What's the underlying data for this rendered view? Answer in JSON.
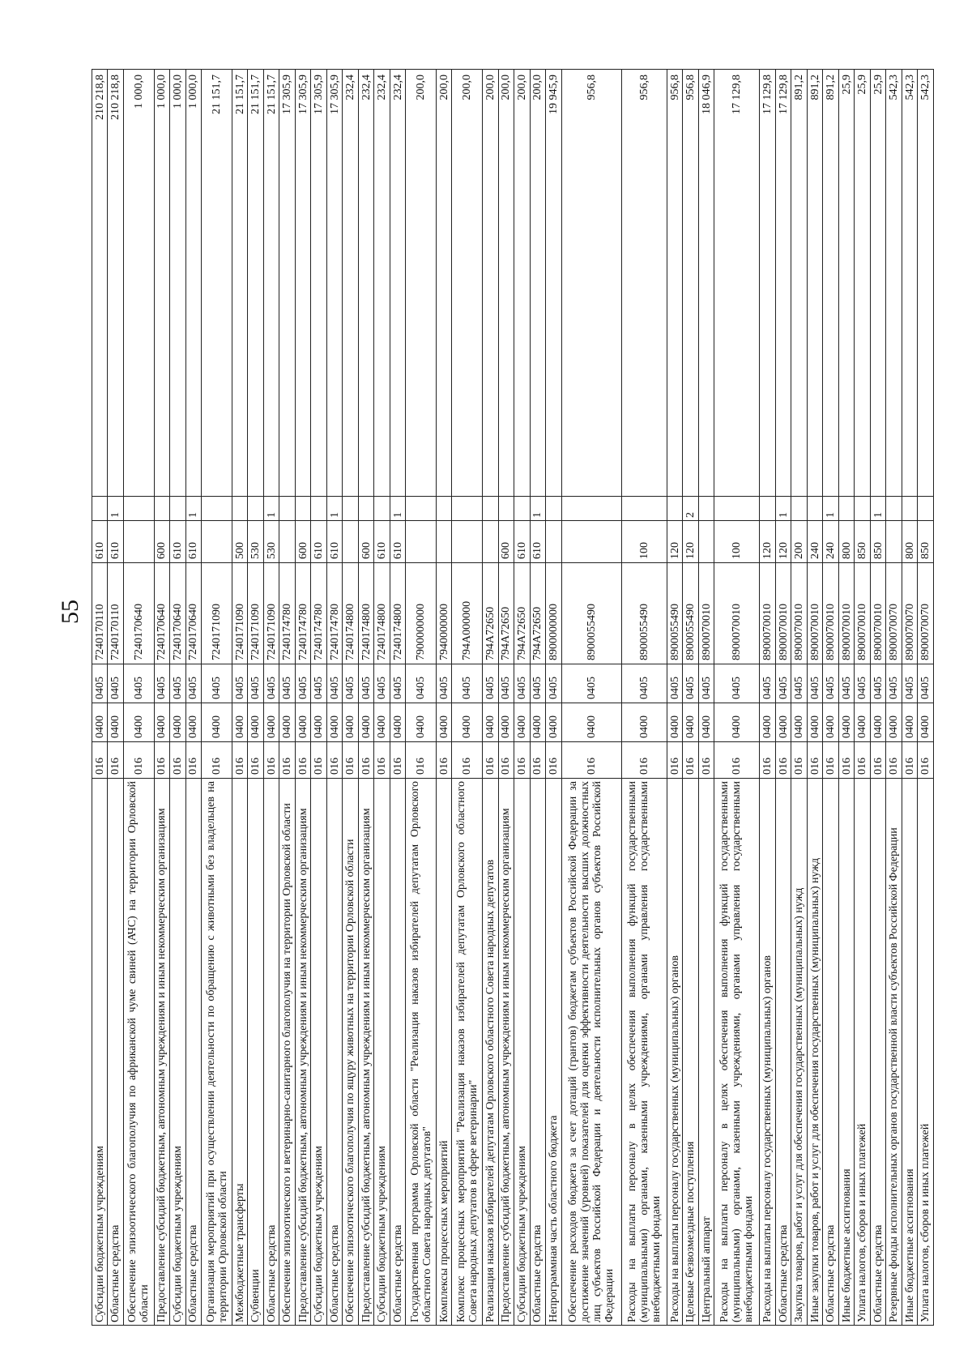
{
  "page_number": "55",
  "rows": [
    {
      "name": "Субсидии бюджетным учреждениям",
      "gr": "016",
      "rz": "0400",
      "pr": "0405",
      "cs": "7240170110",
      "vr": "610",
      "note": "",
      "amount": "210 218,8"
    },
    {
      "name": "Областные средства",
      "gr": "016",
      "rz": "0400",
      "pr": "0405",
      "cs": "7240170110",
      "vr": "610",
      "note": "1",
      "amount": "210 218,8"
    },
    {
      "name": "Обеспечение эпизоотического благополучия по африканской чуме свиней (АЧС) на территории Орловской области",
      "gr": "016",
      "rz": "0400",
      "pr": "0405",
      "cs": "7240170640",
      "vr": "",
      "note": "",
      "amount": "1 000,0"
    },
    {
      "name": "Предоставление субсидий бюджетным, автономным учреждениям и иным некоммерческим организациям",
      "gr": "016",
      "rz": "0400",
      "pr": "0405",
      "cs": "7240170640",
      "vr": "600",
      "note": "",
      "amount": "1 000,0"
    },
    {
      "name": "Субсидии бюджетным учреждениям",
      "gr": "016",
      "rz": "0400",
      "pr": "0405",
      "cs": "7240170640",
      "vr": "610",
      "note": "",
      "amount": "1 000,0"
    },
    {
      "name": "Областные средства",
      "gr": "016",
      "rz": "0400",
      "pr": "0405",
      "cs": "7240170640",
      "vr": "610",
      "note": "1",
      "amount": "1 000,0"
    },
    {
      "name": "Организация мероприятий при осуществлении деятельности по обращению с животными без владельцев на территории Орловской области",
      "gr": "016",
      "rz": "0400",
      "pr": "0405",
      "cs": "7240171090",
      "vr": "",
      "note": "",
      "amount": "21 151,7"
    },
    {
      "name": "Межбюджетные трансферты",
      "gr": "016",
      "rz": "0400",
      "pr": "0405",
      "cs": "7240171090",
      "vr": "500",
      "note": "",
      "amount": "21 151,7"
    },
    {
      "name": "Субвенции",
      "gr": "016",
      "rz": "0400",
      "pr": "0405",
      "cs": "7240171090",
      "vr": "530",
      "note": "",
      "amount": "21 151,7"
    },
    {
      "name": "Областные средства",
      "gr": "016",
      "rz": "0400",
      "pr": "0405",
      "cs": "7240171090",
      "vr": "530",
      "note": "1",
      "amount": "21 151,7"
    },
    {
      "name": "Обеспечение эпизоотического и ветеринарно-санитарного благополучия на территории Орловской области",
      "gr": "016",
      "rz": "0400",
      "pr": "0405",
      "cs": "7240174780",
      "vr": "",
      "note": "",
      "amount": "17 305,9"
    },
    {
      "name": "Предоставление субсидий бюджетным, автономным учреждениям и иным некоммерческим организациям",
      "gr": "016",
      "rz": "0400",
      "pr": "0405",
      "cs": "7240174780",
      "vr": "600",
      "note": "",
      "amount": "17 305,9"
    },
    {
      "name": "Субсидии бюджетным учреждениям",
      "gr": "016",
      "rz": "0400",
      "pr": "0405",
      "cs": "7240174780",
      "vr": "610",
      "note": "",
      "amount": "17 305,9"
    },
    {
      "name": "Областные средства",
      "gr": "016",
      "rz": "0400",
      "pr": "0405",
      "cs": "7240174780",
      "vr": "610",
      "note": "1",
      "amount": "17 305,9"
    },
    {
      "name": "Обеспечение эпизоотического благополучия по ящуру животных на территории Орловской области",
      "gr": "016",
      "rz": "0400",
      "pr": "0405",
      "cs": "7240174800",
      "vr": "",
      "note": "",
      "amount": "232,4"
    },
    {
      "name": "Предоставление субсидий бюджетным, автономным учреждениям и иным некоммерческим организациям",
      "gr": "016",
      "rz": "0400",
      "pr": "0405",
      "cs": "7240174800",
      "vr": "600",
      "note": "",
      "amount": "232,4"
    },
    {
      "name": "Субсидии бюджетным учреждениям",
      "gr": "016",
      "rz": "0400",
      "pr": "0405",
      "cs": "7240174800",
      "vr": "610",
      "note": "",
      "amount": "232,4"
    },
    {
      "name": "Областные средства",
      "gr": "016",
      "rz": "0400",
      "pr": "0405",
      "cs": "7240174800",
      "vr": "610",
      "note": "1",
      "amount": "232,4"
    },
    {
      "name": "Государственная программа Орловской области \"Реализация наказов избирателей депутатам Орловского областного Совета народных депутатов\"",
      "gr": "016",
      "rz": "0400",
      "pr": "0405",
      "cs": "7900000000",
      "vr": "",
      "note": "",
      "amount": "200,0"
    },
    {
      "name": "Комплексы процессных мероприятий",
      "gr": "016",
      "rz": "0400",
      "pr": "0405",
      "cs": "7940000000",
      "vr": "",
      "note": "",
      "amount": "200,0"
    },
    {
      "name": "Комплекс процессных мероприятий \"Реализация наказов избирателей депутатам Орловского областного Совета народных депутатов в сфере ветеринарии\"",
      "gr": "016",
      "rz": "0400",
      "pr": "0405",
      "cs": "794A000000",
      "vr": "",
      "note": "",
      "amount": "200,0"
    },
    {
      "name": "Реализация наказов избирателей депутатам Орловского областного Совета народных депутатов",
      "gr": "016",
      "rz": "0400",
      "pr": "0405",
      "cs": "794A72650",
      "vr": "",
      "note": "",
      "amount": "200,0"
    },
    {
      "name": "Предоставление субсидий бюджетным, автономным учреждениям и иным некоммерческим организациям",
      "gr": "016",
      "rz": "0400",
      "pr": "0405",
      "cs": "794A72650",
      "vr": "600",
      "note": "",
      "amount": "200,0"
    },
    {
      "name": "Субсидии бюджетным учреждениям",
      "gr": "016",
      "rz": "0400",
      "pr": "0405",
      "cs": "794A72650",
      "vr": "610",
      "note": "",
      "amount": "200,0"
    },
    {
      "name": "Областные средства",
      "gr": "016",
      "rz": "0400",
      "pr": "0405",
      "cs": "794A72650",
      "vr": "610",
      "note": "1",
      "amount": "200,0"
    },
    {
      "name": "Непрограммная часть областного бюджета",
      "gr": "016",
      "rz": "0400",
      "pr": "0405",
      "cs": "8900000000",
      "vr": "",
      "note": "",
      "amount": "19 945,9"
    },
    {
      "name": "Обеспечение расходов бюджета за счет дотаций (грантов) бюджетам субъектов Российской Федерации за достижение значений (уровней) показателей для оценки эффективности деятельности высших должностных лиц субъектов Российской Федерации и деятельности исполнительных органов субъектов Российской Федерации",
      "gr": "016",
      "rz": "0400",
      "pr": "0405",
      "cs": "8900055490",
      "vr": "",
      "note": "",
      "amount": "956,8"
    },
    {
      "name": "Расходы на выплаты персоналу в целях обеспечения выполнения функций государственными (муниципальными) органами, казенными учреждениями, органами управления государственными внебюджетными фондами",
      "gr": "016",
      "rz": "0400",
      "pr": "0405",
      "cs": "8900055490",
      "vr": "100",
      "note": "",
      "amount": "956,8"
    },
    {
      "name": "Расходы на выплаты персоналу государственных (муниципальных) органов",
      "gr": "016",
      "rz": "0400",
      "pr": "0405",
      "cs": "8900055490",
      "vr": "120",
      "note": "",
      "amount": "956,8"
    },
    {
      "name": "Целевые безвозмездные поступления",
      "gr": "016",
      "rz": "0400",
      "pr": "0405",
      "cs": "8900055490",
      "vr": "120",
      "note": "2",
      "amount": "956,8"
    },
    {
      "name": "Центральный аппарат",
      "gr": "016",
      "rz": "0400",
      "pr": "0405",
      "cs": "8900070010",
      "vr": "",
      "note": "",
      "amount": "18 046,9"
    },
    {
      "name": "Расходы на выплаты персоналу в целях обеспечения выполнения функций государственными (муниципальными) органами, казенными учреждениями, органами управления государственными внебюджетными фондами",
      "gr": "016",
      "rz": "0400",
      "pr": "0405",
      "cs": "8900070010",
      "vr": "100",
      "note": "",
      "amount": "17 129,8"
    },
    {
      "name": "Расходы на выплаты персоналу государственных (муниципальных) органов",
      "gr": "016",
      "rz": "0400",
      "pr": "0405",
      "cs": "8900070010",
      "vr": "120",
      "note": "",
      "amount": "17 129,8"
    },
    {
      "name": "Областные средства",
      "gr": "016",
      "rz": "0400",
      "pr": "0405",
      "cs": "8900070010",
      "vr": "120",
      "note": "1",
      "amount": "17 129,8"
    },
    {
      "name": "Закупка товаров, работ и услуг для обеспечения государственных (муниципальных) нужд",
      "gr": "016",
      "rz": "0400",
      "pr": "0405",
      "cs": "8900070010",
      "vr": "200",
      "note": "",
      "amount": "891,2"
    },
    {
      "name": "Иные закупки товаров, работ и услуг для обеспечения государственных (муниципальных) нужд",
      "gr": "016",
      "rz": "0400",
      "pr": "0405",
      "cs": "8900070010",
      "vr": "240",
      "note": "",
      "amount": "891,2"
    },
    {
      "name": "Областные средства",
      "gr": "016",
      "rz": "0400",
      "pr": "0405",
      "cs": "8900070010",
      "vr": "240",
      "note": "1",
      "amount": "891,2"
    },
    {
      "name": "Иные бюджетные ассигнования",
      "gr": "016",
      "rz": "0400",
      "pr": "0405",
      "cs": "8900070010",
      "vr": "800",
      "note": "",
      "amount": "25,9"
    },
    {
      "name": "Уплата налогов, сборов и иных платежей",
      "gr": "016",
      "rz": "0400",
      "pr": "0405",
      "cs": "8900070010",
      "vr": "850",
      "note": "",
      "amount": "25,9"
    },
    {
      "name": "Областные средства",
      "gr": "016",
      "rz": "0400",
      "pr": "0405",
      "cs": "8900070010",
      "vr": "850",
      "note": "1",
      "amount": "25,9"
    },
    {
      "name": "Резервные фонды исполнительных органов государственной власти субъектов Российской Федерации",
      "gr": "016",
      "rz": "0400",
      "pr": "0405",
      "cs": "8900070070",
      "vr": "",
      "note": "",
      "amount": "542,3"
    },
    {
      "name": "Иные бюджетные ассигнования",
      "gr": "016",
      "rz": "0400",
      "pr": "0405",
      "cs": "8900070070",
      "vr": "800",
      "note": "",
      "amount": "542,3"
    },
    {
      "name": "Уплата налогов, сборов и иных платежей",
      "gr": "016",
      "rz": "0400",
      "pr": "0405",
      "cs": "8900070070",
      "vr": "850",
      "note": "",
      "amount": "542,3"
    }
  ]
}
